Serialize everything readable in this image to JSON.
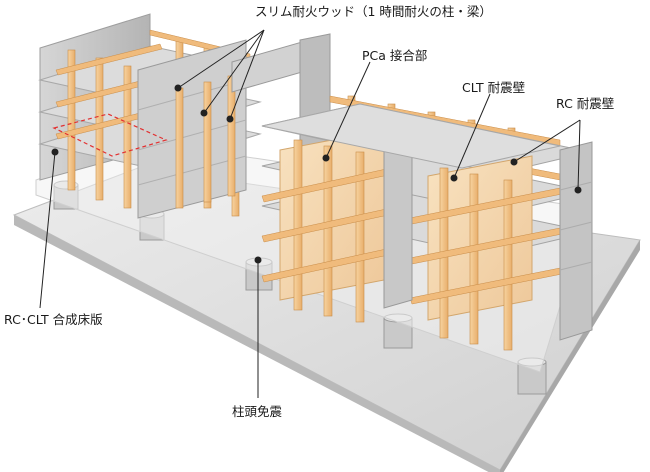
{
  "callouts": {
    "slim_wood": "スリム耐火ウッド（1 時間耐火の柱・梁）",
    "pca_joint": "PCa 接合部",
    "clt_wall": "CLT 耐震壁",
    "rc_wall": "RC 耐震壁",
    "rc_clt_slab": "RC･CLT 合成床版",
    "base_isolation": "柱頭免震"
  },
  "colors": {
    "timber": "#f2c48a",
    "timber_dark": "#d99a55",
    "concrete": "#d9d9d9",
    "concrete_dark": "#a9a9a9",
    "clt_panel": "#f6dcb4",
    "leader": "#222222",
    "slab_highlight": "#e23030"
  }
}
